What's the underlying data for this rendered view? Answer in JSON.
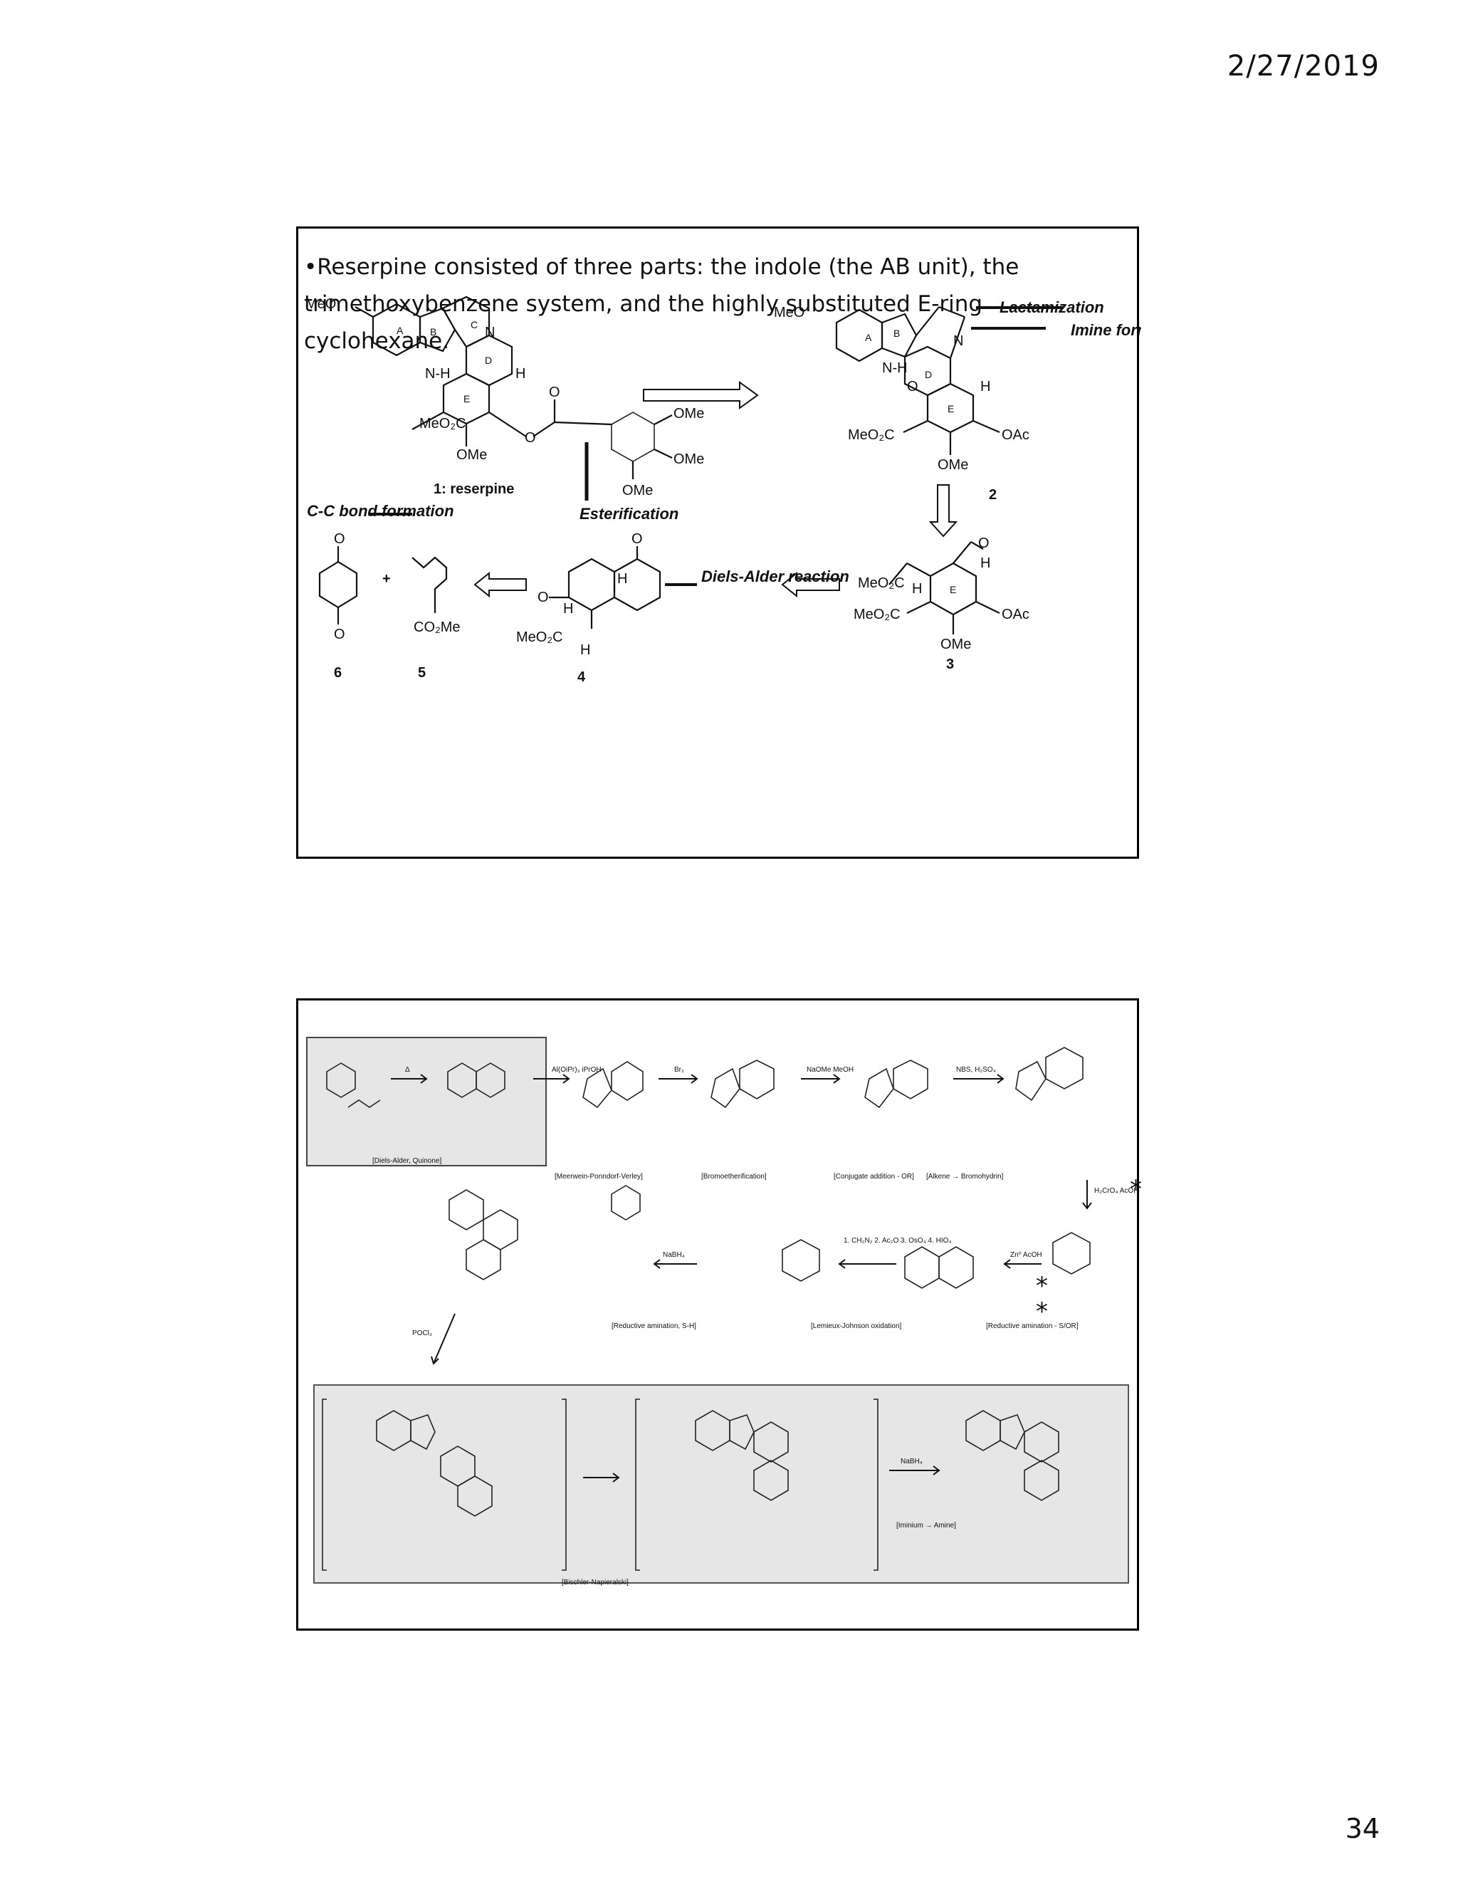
{
  "page": {
    "date": "2/27/2019",
    "page_number": "34"
  },
  "slide1": {
    "bullet": "•Reserpine consisted of three parts: the indole (the AB unit), the trimethoxybenzene system, and the highly substituted E-ring cyclohexane.",
    "scheme": {
      "annotations": {
        "cc_bond": "C-C bond formation",
        "esterification": "Esterification",
        "lactamization": "Lactamization",
        "imine": "Imine formation",
        "diels_alder": "Diels-Alder reaction"
      },
      "compound_labels": {
        "reserpine": "1: reserpine",
        "c2": "2",
        "c3": "3",
        "c4": "4",
        "c5": "5",
        "c6": "6"
      },
      "groups": {
        "meo": "MeO",
        "meo2c": "MeO₂C",
        "ome": "OMe",
        "oac": "OAc",
        "co2me": "CO₂Me",
        "nh": "N-H",
        "n": "N",
        "h": "H",
        "o": "O",
        "plus": "+"
      },
      "ring_letters": [
        "A",
        "B",
        "C",
        "D",
        "E"
      ]
    }
  },
  "slide2": {
    "brackets": [
      "[Diels-Alder, Quinone]",
      "[Meerwein-Ponndorf-Verley]",
      "[Bromoetherification]",
      "[Conjugate addition - OR]",
      "[Alkene → Bromohydrin]",
      "[Reductive amination, S-H]",
      "[Lemieux-Johnson oxidation]",
      "[Reductive amination - S/OR]",
      "[Bischler-Napieralski]",
      "[Iminium → Amine]"
    ],
    "reagents": [
      "Δ",
      "Al(OiPr)₃ iPrOH",
      "Br₂",
      "NaOMe MeOH",
      "NBS, H₂SO₄",
      "H₂CrO₄ AcOH",
      "Zn⁰ AcOH",
      "1. CH₂N₂ 2. Ac₂O 3. OsO₄ 4. HIO₄",
      "NaBH₄",
      "POCl₃",
      "NaBH₄"
    ],
    "stars": [
      "*",
      "*",
      "*"
    ]
  }
}
